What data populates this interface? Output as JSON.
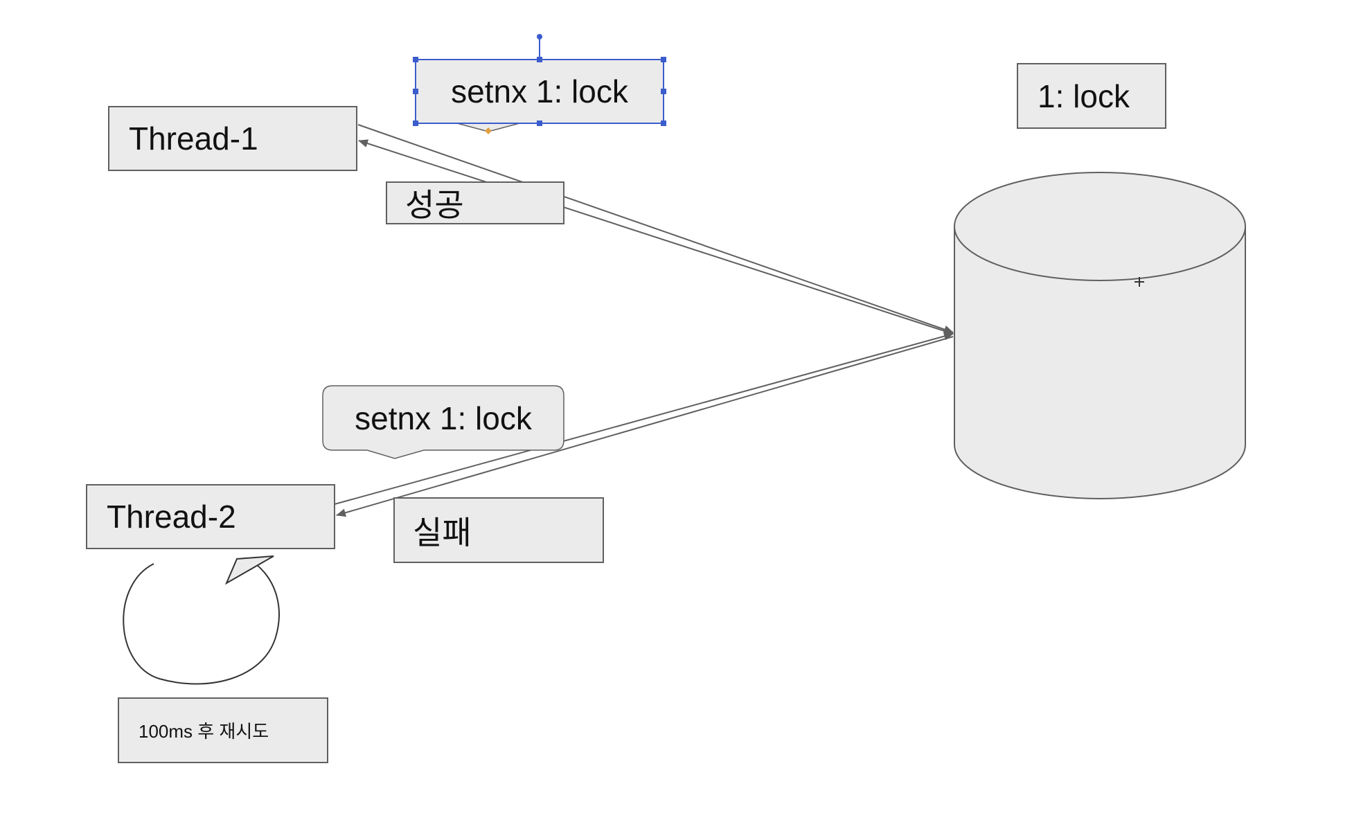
{
  "diagram": {
    "nodes": {
      "thread1": {
        "label": "Thread-1"
      },
      "thread2": {
        "label": "Thread-2"
      },
      "lock_key": {
        "label": "1: lock"
      },
      "retry": {
        "label": "100ms 후 재시도"
      }
    },
    "callouts": {
      "setnx_top": {
        "label": "setnx 1: lock"
      },
      "setnx_bottom": {
        "label": "setnx 1: lock"
      }
    },
    "results": {
      "success": {
        "label": "성공"
      },
      "failure": {
        "label": "실패"
      }
    },
    "colors": {
      "fill": "#ebebeb",
      "stroke": "#5f5f5f",
      "selection": "#3b5ccc",
      "selection_handle_accent": "#e0a040"
    }
  }
}
